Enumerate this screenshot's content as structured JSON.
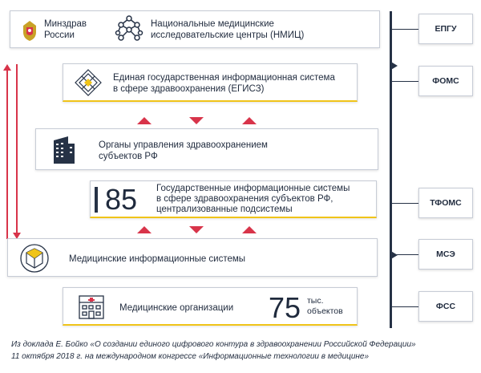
{
  "minzdrav": {
    "line1": "Минздрав",
    "line2": "России"
  },
  "nmic": {
    "line1": "Национальные медицинские",
    "line2": "исследовательские центры (НМИЦ)"
  },
  "egisz": {
    "line1": "Единая государственная информационная система",
    "line2": "в сфере здравоохранения (ЕГИСЗ)"
  },
  "regional": {
    "line1": "Органы управления здравоохранением",
    "line2": "субъектов РФ"
  },
  "gis": {
    "count": "85",
    "line1": "Государственные информационные системы",
    "line2": "в сфере здравоохранения субъектов РФ,",
    "line3": "централизованные подсистемы"
  },
  "mis": {
    "label": "Медицинские информационные системы"
  },
  "orgs": {
    "label": "Медицинские организации",
    "count": "75",
    "unit1": "тыс.",
    "unit2": "объектов"
  },
  "side": {
    "epgu": "ЕПГУ",
    "foms": "ФОМС",
    "tfoms": "ТФОМС",
    "mse": "МСЭ",
    "fss": "ФСС"
  },
  "caption": {
    "line1": "Из доклада Е. Бойко «О создании единого цифрового контура в здравоохранении Российской Федерации»",
    "line2": "11 октября 2018 г. на международном конгрессе «Информационные технологии в медицине»"
  },
  "colors": {
    "accent_yellow": "#f0c419",
    "arrow_red": "#d8344a",
    "dark_navy": "#263246"
  },
  "icons": [
    "coat-of-arms-icon",
    "network-icon",
    "cube-grid-icon",
    "building-icon",
    "cube-circle-icon",
    "hospital-icon"
  ]
}
